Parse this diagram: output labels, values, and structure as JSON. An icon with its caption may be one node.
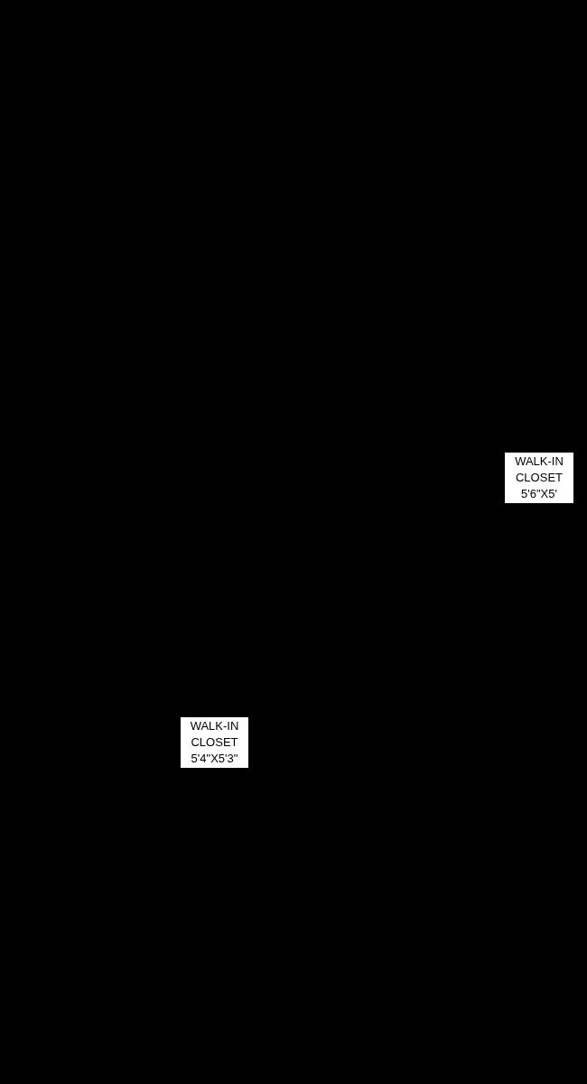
{
  "diagram": {
    "nodes": [
      {
        "text": [
          "WALK-IN",
          "CLOSET",
          "5'6\"X5'"
        ]
      },
      {
        "text": [
          "WALK-IN",
          "CLOSET",
          "5'4\"X5'3\""
        ]
      }
    ]
  }
}
